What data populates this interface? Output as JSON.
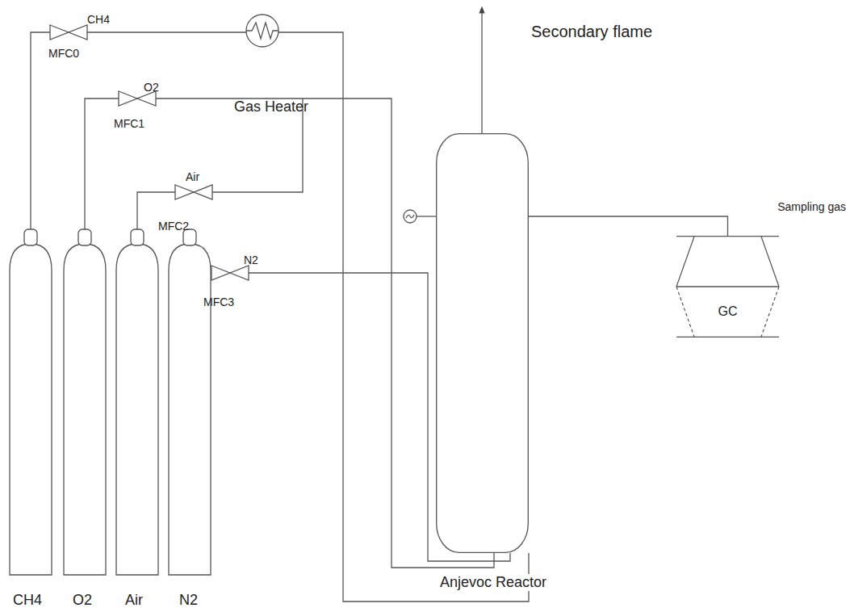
{
  "diagram": {
    "nodes": [
      {
        "text": [
          "Anjevoc Reactor"
        ]
      },
      {
        "text": [
          "GC"
        ]
      }
    ],
    "edges": [
      {
        "from": 0,
        "to": 1,
        "arrow": "none"
      }
    ],
    "labels": [
      "Secondary flame",
      "Sampling gas",
      "Gas Heater",
      "CH4",
      "MFC0",
      "O2",
      "MFC1",
      "Air",
      "MFC2",
      "N2",
      "MFC3",
      "CH4",
      "O2",
      "Air",
      "N2"
    ]
  }
}
